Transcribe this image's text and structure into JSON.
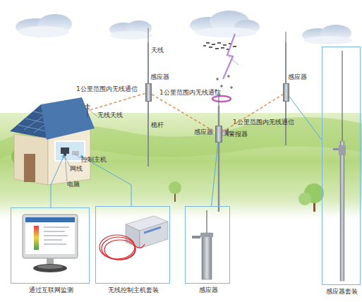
{
  "diagram": {
    "nodes": [
      {
        "text": [
          "无线天线"
        ]
      },
      {
        "text": [
          "感应器"
        ]
      },
      {
        "text": [
          "感应器"
        ]
      },
      {
        "text": [
          "感应器"
        ]
      },
      {
        "text": [
          "通过互联网监测"
        ]
      },
      {
        "text": [
          "无线控制主机套装"
        ]
      },
      {
        "text": [
          "感应器"
        ]
      },
      {
        "text": [
          "感应器套装"
        ]
      }
    ],
    "edges": [
      {
        "from": 0,
        "to": 1,
        "label": "1公里范围内无线通信",
        "arrow": "none"
      },
      {
        "from": 1,
        "to": 2,
        "label": "1公里范围内无线通信",
        "arrow": "none"
      },
      {
        "from": 2,
        "to": 3,
        "label": "1公里范围内无线通信",
        "arrow": "none"
      },
      {
        "from": 6,
        "to": 2,
        "arrow": "none"
      },
      {
        "from": 7,
        "to": 3,
        "arrow": "none"
      }
    ],
    "labels": [
      "天线",
      "桅杆",
      "警报器",
      "控制主机",
      "网线",
      "电脑"
    ]
  }
}
